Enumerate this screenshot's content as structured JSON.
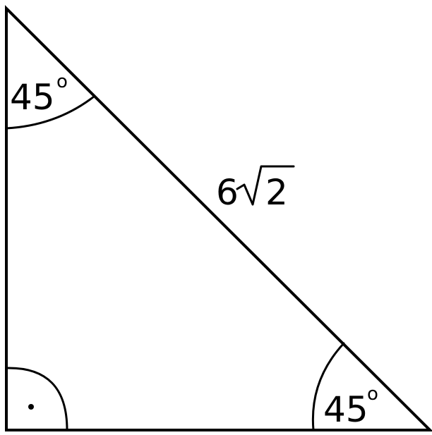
{
  "diagram": {
    "angles": {
      "top": {
        "value": "45",
        "degree_symbol": "o"
      },
      "bottom_right": {
        "value": "45",
        "degree_symbol": "o"
      }
    },
    "hypotenuse": {
      "coefficient": "6",
      "radicand": "2"
    },
    "colors": {
      "stroke": "#000000",
      "background": "#ffffff"
    }
  }
}
